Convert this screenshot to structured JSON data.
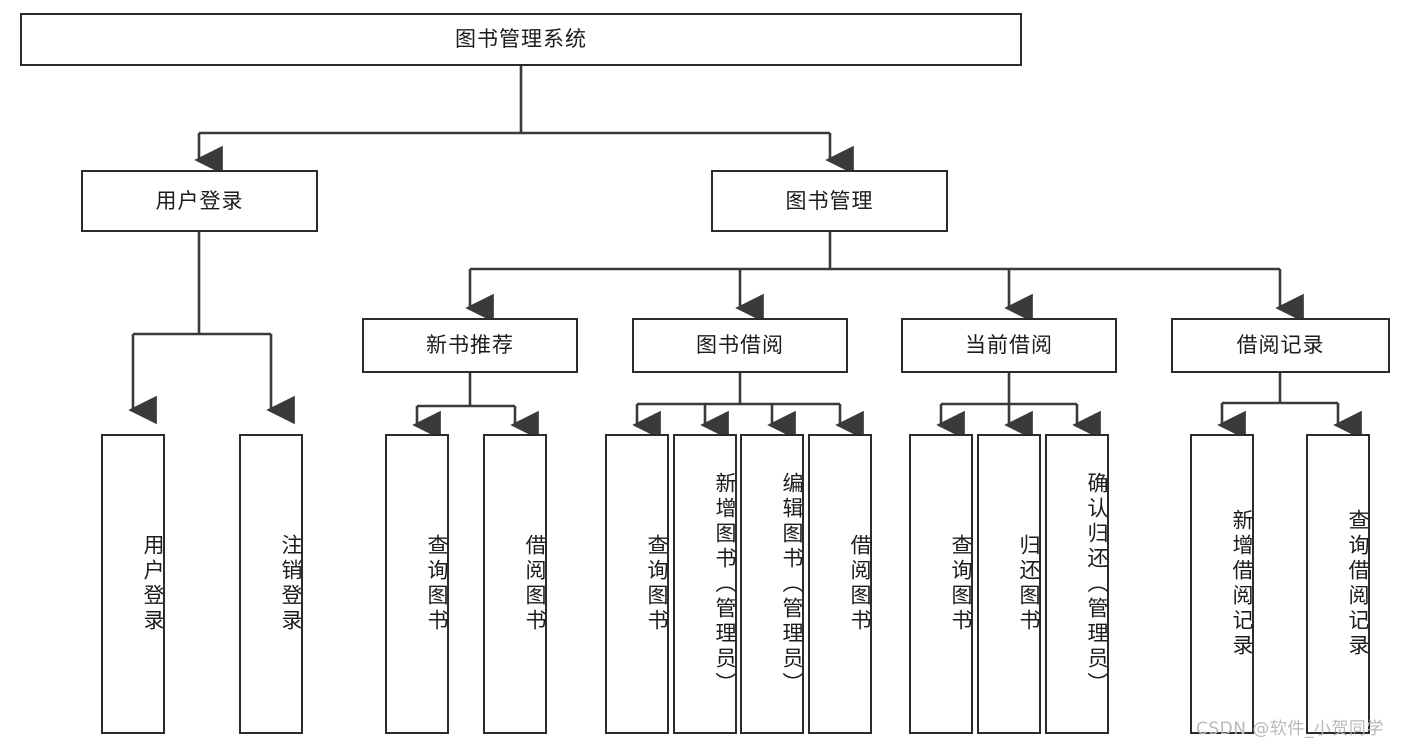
{
  "diagram": {
    "title": "图书管理系统",
    "watermark": "CSDN @软件_小贺同学",
    "colors": {
      "box_border": "#2b2b2b",
      "box_fill": "#ffffff",
      "edge": "#3a3a3a",
      "text": "#1c1c1c",
      "watermark": "#b9b9b9",
      "background": "#ffffff"
    },
    "root": {
      "id": "root",
      "label": "图书管理系统",
      "orientation": "horizontal"
    },
    "level2": [
      {
        "id": "user-login",
        "label": "用户登录",
        "orientation": "horizontal"
      },
      {
        "id": "book-manage",
        "label": "图书管理",
        "orientation": "horizontal"
      }
    ],
    "level3": [
      {
        "id": "new-book-recommend",
        "label": "新书推荐",
        "orientation": "horizontal",
        "parent": "book-manage"
      },
      {
        "id": "book-borrow",
        "label": "图书借阅",
        "orientation": "horizontal",
        "parent": "book-manage"
      },
      {
        "id": "current-borrow",
        "label": "当前借阅",
        "orientation": "horizontal",
        "parent": "book-manage"
      },
      {
        "id": "borrow-record",
        "label": "借阅记录",
        "orientation": "horizontal",
        "parent": "book-manage"
      }
    ],
    "leaves": [
      {
        "id": "leaf-user-login",
        "label": "用户登录",
        "orientation": "vertical",
        "parent": "user-login"
      },
      {
        "id": "leaf-logout-login",
        "label": "注销登录",
        "orientation": "vertical",
        "parent": "user-login"
      },
      {
        "id": "leaf-query-book-1",
        "label": "查询图书",
        "orientation": "vertical",
        "parent": "new-book-recommend"
      },
      {
        "id": "leaf-borrow-book-1",
        "label": "借阅图书",
        "orientation": "vertical",
        "parent": "new-book-recommend"
      },
      {
        "id": "leaf-query-book-2",
        "label": "查询图书",
        "orientation": "vertical",
        "parent": "book-borrow"
      },
      {
        "id": "leaf-add-book-admin",
        "label": "新增图书（管理员）",
        "orientation": "vertical",
        "parent": "book-borrow"
      },
      {
        "id": "leaf-edit-book-admin",
        "label": "编辑图书（管理员）",
        "orientation": "vertical",
        "parent": "book-borrow"
      },
      {
        "id": "leaf-borrow-book-2",
        "label": "借阅图书",
        "orientation": "vertical",
        "parent": "book-borrow"
      },
      {
        "id": "leaf-query-book-3",
        "label": "查询图书",
        "orientation": "vertical",
        "parent": "current-borrow"
      },
      {
        "id": "leaf-return-book",
        "label": "归还图书",
        "orientation": "vertical",
        "parent": "current-borrow"
      },
      {
        "id": "leaf-confirm-return-admin",
        "label": "确认归还（管理员）",
        "orientation": "vertical",
        "parent": "current-borrow"
      },
      {
        "id": "leaf-add-borrow-record",
        "label": "新增借阅记录",
        "orientation": "vertical",
        "parent": "borrow-record"
      },
      {
        "id": "leaf-query-borrow-record",
        "label": "查询借阅记录",
        "orientation": "vertical",
        "parent": "borrow-record"
      }
    ]
  }
}
